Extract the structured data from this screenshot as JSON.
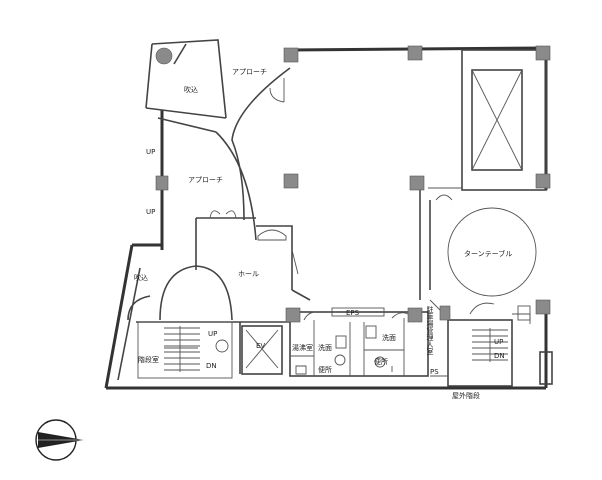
{
  "labels": {
    "fukikomi_top": "吹込",
    "approach_top": "アプローチ",
    "approach_mid": "アプローチ",
    "hall": "ホール",
    "turntable": "ターンテーブル",
    "up_1": "UP",
    "up_2": "UP",
    "fukikomi_left": "吹込",
    "stair_main": "階段室",
    "stair_up": "UP",
    "stair_dn": "DN",
    "ev": "EV",
    "eps": "EPS",
    "kitchen": "湯沸室",
    "wash_1": "洗面",
    "wash_2": "洗面",
    "toilet_1": "便所",
    "toilet_2": "便所",
    "ps": "PS",
    "parking_entrance": "駐車場管理人室",
    "stair_right_up": "UP",
    "stair_right_dn": "DN",
    "fire_stair": "屋外階段"
  },
  "colors": {
    "wall": "#333333",
    "column": "#8a8a8a",
    "background": "#ffffff"
  }
}
